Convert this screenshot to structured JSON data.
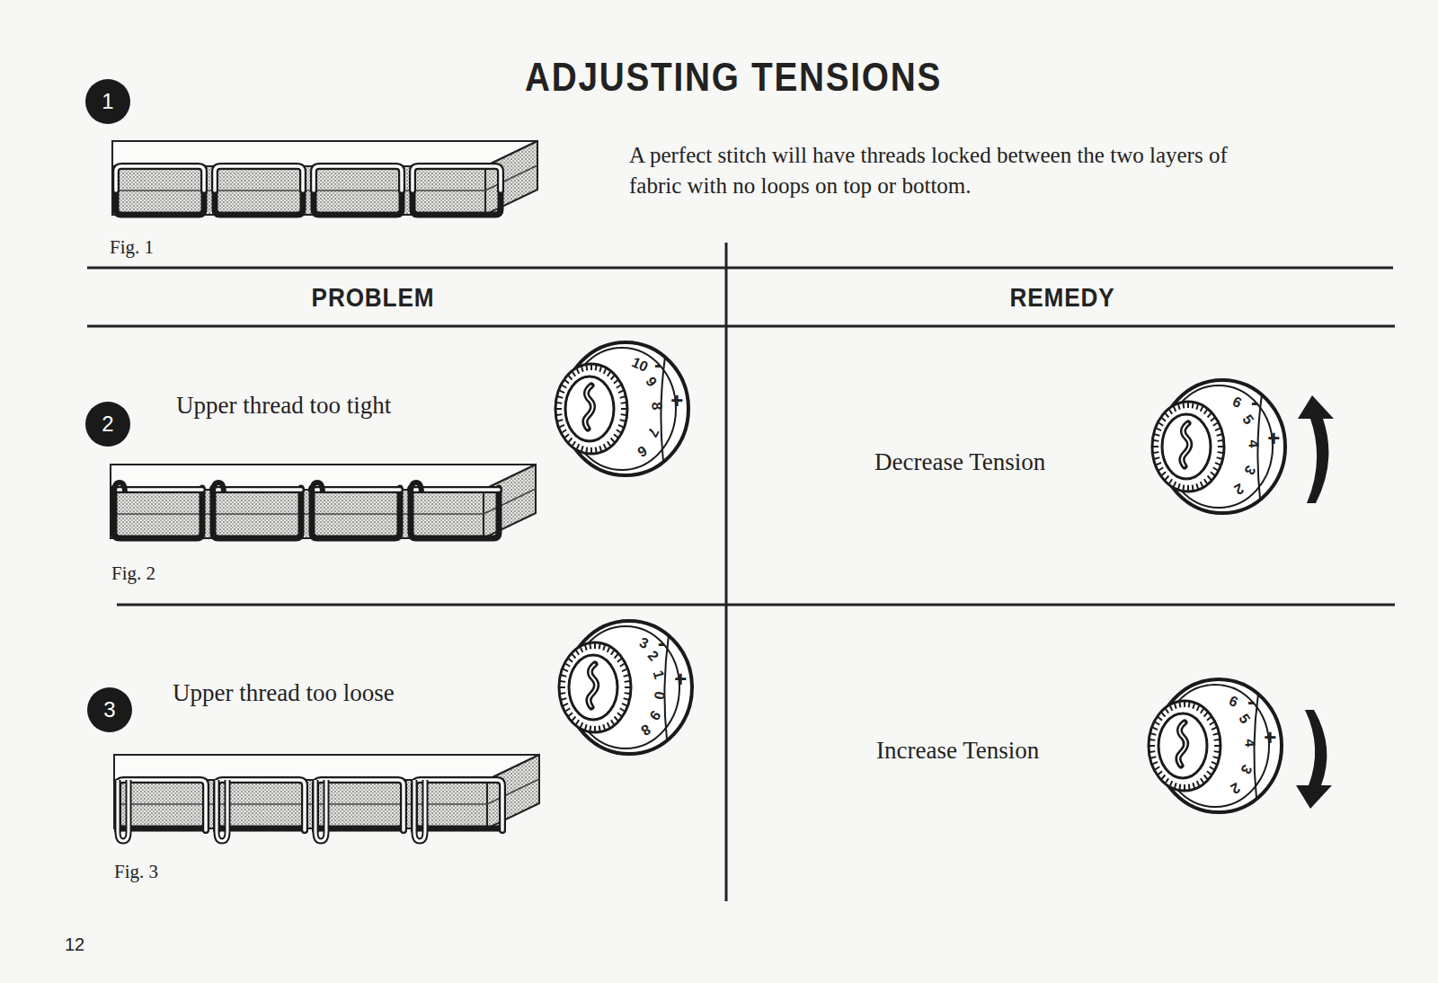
{
  "diagram": {
    "title": "ADJUSTING TENSIONS",
    "nodes": [
      {
        "text": [
          "1"
        ]
      },
      {
        "text": [
          "2"
        ]
      },
      {
        "text": [
          "3"
        ]
      }
    ],
    "labels": [
      "A perfect stitch will have threads locked between the two layers of fabric with no loops on top or bottom.",
      "Fig. 1",
      "PROBLEM",
      "REMEDY",
      "Upper thread too tight",
      "-",
      "+",
      "10",
      "9",
      "8",
      "7",
      "6",
      "Fig. 2",
      "Decrease Tension",
      "-",
      "+",
      "6",
      "5",
      "4",
      "3",
      "2",
      "Upper thread too loose",
      "-",
      "+",
      "3",
      "2",
      "1",
      "0",
      "9",
      "8",
      "Fig. 3",
      "Increase Tension",
      "-",
      "+",
      "6",
      "5",
      "4",
      "3",
      "2",
      "12"
    ]
  }
}
